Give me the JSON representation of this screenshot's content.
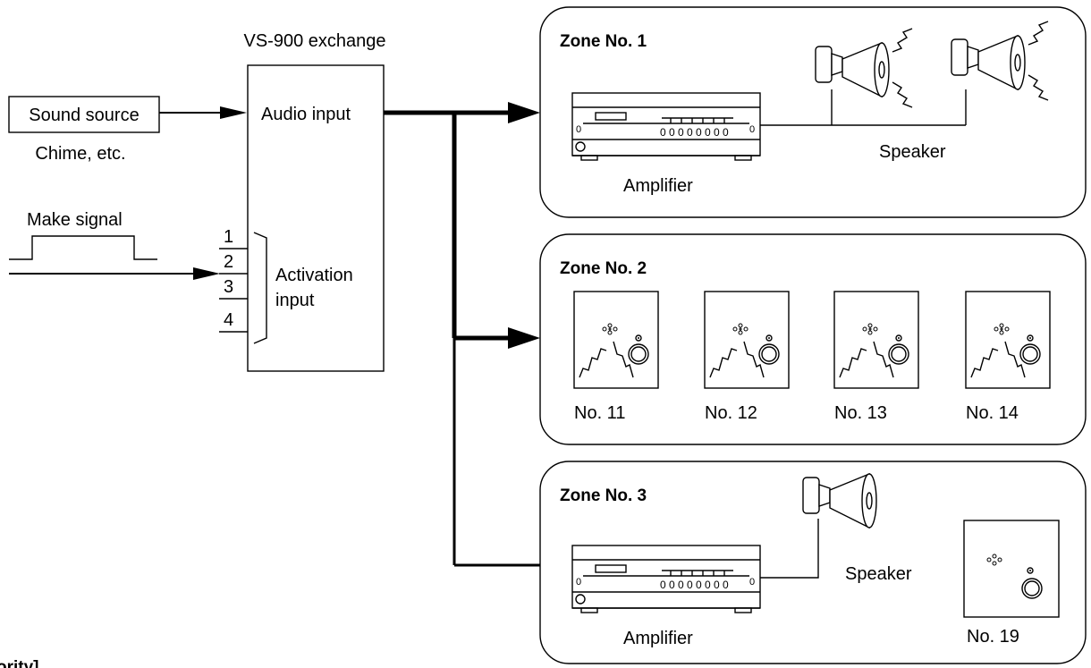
{
  "exchange": {
    "title": "VS-900 exchange",
    "audio_input": "Audio input",
    "activation_input_line1": "Activation",
    "activation_input_line2": "input",
    "inputs": [
      "1",
      "2",
      "3",
      "4"
    ]
  },
  "source": {
    "box_label": "Sound source",
    "caption": "Chime, etc."
  },
  "signal": {
    "label": "Make signal"
  },
  "zones": [
    {
      "title": "Zone No. 1",
      "amplifier_label": "Amplifier",
      "speaker_label": "Speaker"
    },
    {
      "title": "Zone No. 2",
      "stations": [
        "No. 11",
        "No. 12",
        "No. 13",
        "No. 14"
      ]
    },
    {
      "title": "Zone No. 3",
      "amplifier_label": "Amplifier",
      "speaker_label": "Speaker",
      "station": "No. 19"
    }
  ],
  "footer_fragment": "ority]",
  "icons": [
    "amplifier-icon",
    "horn-speaker-icon",
    "wall-station-icon",
    "arrow-icon"
  ]
}
